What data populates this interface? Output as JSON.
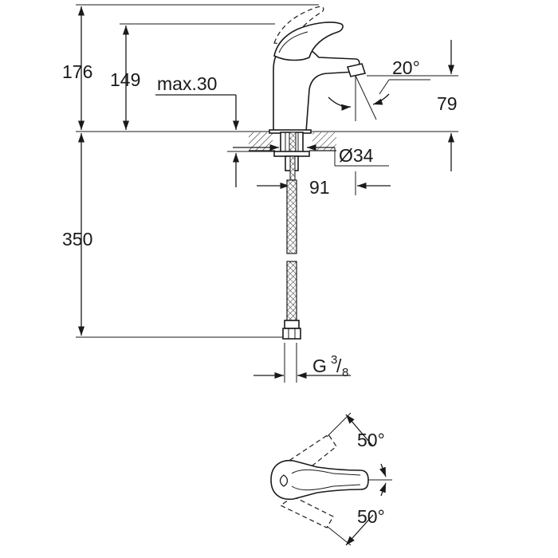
{
  "dimensions": {
    "total_height": "176",
    "spout_height": "149",
    "max_thickness": "max.30",
    "spout_angle": "20°",
    "outlet_height": "79",
    "hole_diameter": "Ø34",
    "reach": "91",
    "hose_length": "350",
    "thread_prefix": "G",
    "thread_numerator": "3",
    "thread_slash": "/",
    "thread_denominator": "8",
    "rotation_upper": "50°",
    "rotation_lower": "50°"
  },
  "colors": {
    "line": "#1a1a1a",
    "background": "#ffffff"
  }
}
